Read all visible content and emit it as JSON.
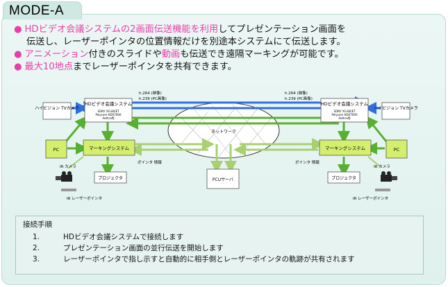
{
  "mode_label": "MODE-A",
  "bullets": [
    {
      "pink": "HDビデオ会議システムの2画面伝送機能を利用",
      "rest": "してプレゼンテーション画面を",
      "cont": "伝送し、レーザーポインタの位置情報だけを別途本システムにて伝送します。"
    },
    {
      "pink1": "アニメーション",
      "mid1": "付きのスライドや",
      "pink2": "動画",
      "rest": "も伝送でき遠隔マーキングが可能です。"
    },
    {
      "pink": "最大10地点",
      "rest": "までレーザーポインタを共有できます。"
    }
  ],
  "diagram": {
    "left_site": {
      "hd_system": "HDビデオ会議システム",
      "hd_sub1": "SONY XG-80/ET",
      "hd_sub2": "Polycom HDX7000",
      "hd_sub3": "Aethra等",
      "hivision_camera": "ハイビジョン TVカメラ",
      "pc": "PC",
      "marking": "マーキングシステム",
      "projector": "プロジェクタ",
      "ir_camera": "IR カメラ",
      "ir_pointer": "IR レーザーポインタ",
      "pointer_info": "ポインタ 情報",
      "codec1": "h.264 (映像)",
      "codec2": "h.239 (PC画像)"
    },
    "right_site": {
      "hd_system": "HDビデオ会議システム",
      "hd_sub1": "SONY XG-80/ET",
      "hd_sub2": "Polycom HDX7000",
      "hd_sub3": "Aethra等",
      "hivision_camera": "ハイビジョン TVカメラ",
      "pc": "PC",
      "marking": "マーキングシステム",
      "projector": "プロジェクタ",
      "ir_camera": "IR カメラ",
      "ir_pointer": "IR レーザーポインタ",
      "pointer_info": "ポインタ 情報",
      "codec1": "h.264 (映像)",
      "codec2": "h.239 (PC画像)"
    },
    "network": "ネットワーク",
    "pcu_server": "PCUサーバ"
  },
  "steps": {
    "title": "接続手順",
    "items": [
      {
        "num": "1.",
        "text": "HDビデオ会議システムで接続します"
      },
      {
        "num": "2.",
        "text": "プレゼンテーション画面の並行伝送を開始します"
      },
      {
        "num": "3.",
        "text": "レーザーポインタで指し示すと自動的に相手側とレーザーポインタの軌跡が共有されます"
      }
    ]
  },
  "colors": {
    "accent_pink": "#e93ea9",
    "box_green": "#d4ef6e",
    "arrow_blue": "#2f6fe0",
    "arrow_green": "#58b030",
    "arrow_light_green": "#a8d070"
  }
}
